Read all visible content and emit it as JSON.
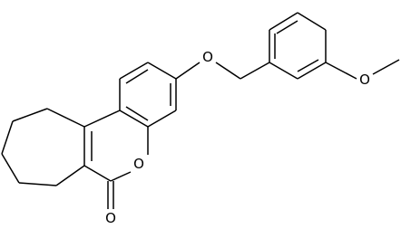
{
  "structure": {
    "atoms": [
      {
        "id": "O_ether",
        "symbol": "O"
      },
      {
        "id": "O_methoxy",
        "symbol": "O"
      },
      {
        "id": "O_ring",
        "symbol": "O"
      },
      {
        "id": "O_carbonyl",
        "symbol": "O"
      }
    ]
  },
  "colors": {
    "bond": "#000000",
    "background": "#ffffff"
  }
}
